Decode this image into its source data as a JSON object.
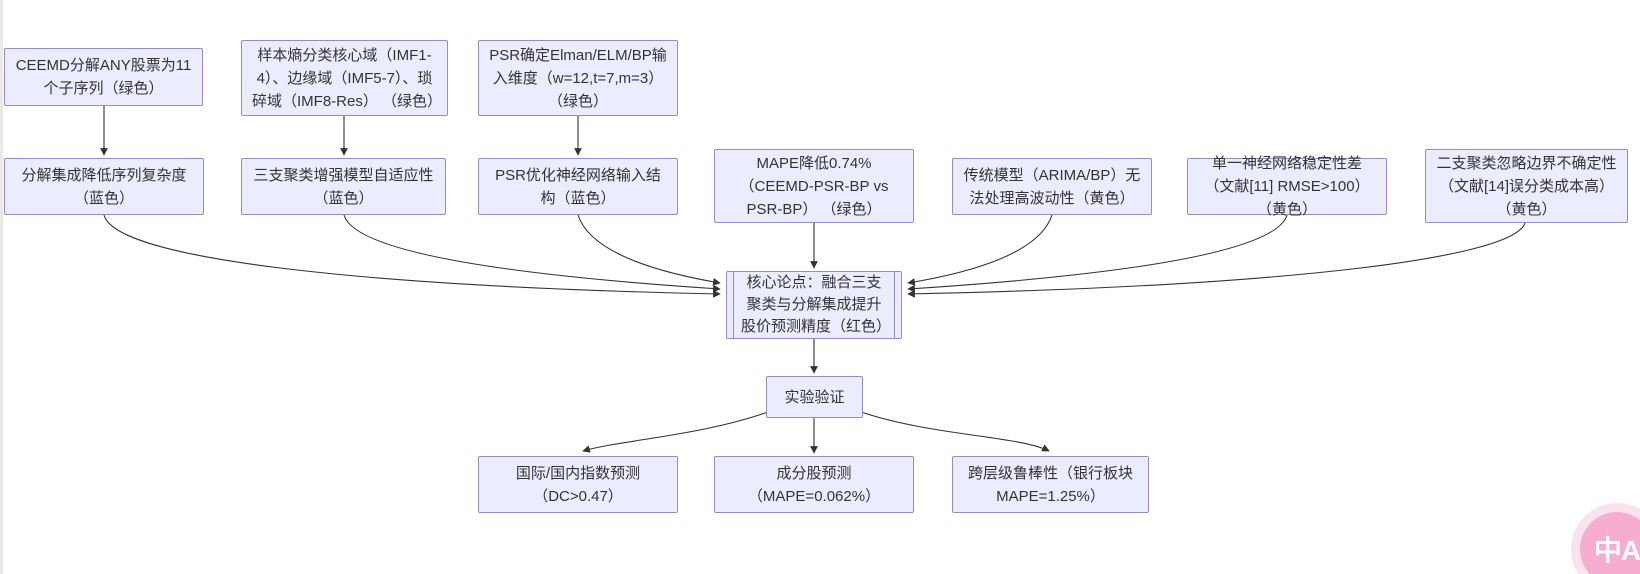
{
  "colors": {
    "node_fill": "#ECECFF",
    "node_border": "#968CC4",
    "edge": "#333333",
    "text": "#333333",
    "badge_bg": "#F6ADCF",
    "badge_halo": "rgba(246,173,207,0.35)"
  },
  "diagram": {
    "nodes": {
      "ceemd": {
        "label": "CEEMD分解ANY股票为11个子序列（绿色）"
      },
      "sample_entropy": {
        "label": "样本熵分类核心域（IMF1-4）、边缘域（IMF5-7）、琐碎域（IMF8-Res） （绿色）"
      },
      "psr_dimension": {
        "label": "PSR确定Elman/ELM/BP输入维度（w=12,t=7,m=3） （绿色）"
      },
      "decomposition": {
        "label": "分解集成降低序列复杂度（蓝色）"
      },
      "three_way": {
        "label": "三支聚类增强模型自适应性（蓝色）"
      },
      "psr_optimize": {
        "label": "PSR优化神经网络输入结构（蓝色）"
      },
      "mape_reduce": {
        "label": "MAPE降低0.74%（CEEMD-PSR-BP vs PSR-BP） （绿色）"
      },
      "traditional": {
        "label": "传统模型（ARIMA/BP）无法处理高波动性（黄色）"
      },
      "single_nn": {
        "label": "单一神经网络稳定性差（文献[11] RMSE>100） （黄色）"
      },
      "two_way": {
        "label": "二支聚类忽略边界不确定性（文献[14]误分类成本高）（黄色）"
      },
      "core": {
        "label": "核心论点：融合三支聚类与分解集成提升股价预测精度（红色）"
      },
      "experiment": {
        "label": "实验验证"
      },
      "index_pred": {
        "label": "国际/国内指数预测（DC>0.47）"
      },
      "constituent": {
        "label": "成分股预测（MAPE=0.062%）"
      },
      "robustness": {
        "label": "跨层级鲁棒性（银行板块 MAPE=1.25%）"
      }
    }
  },
  "badge": {
    "label": "中A"
  }
}
